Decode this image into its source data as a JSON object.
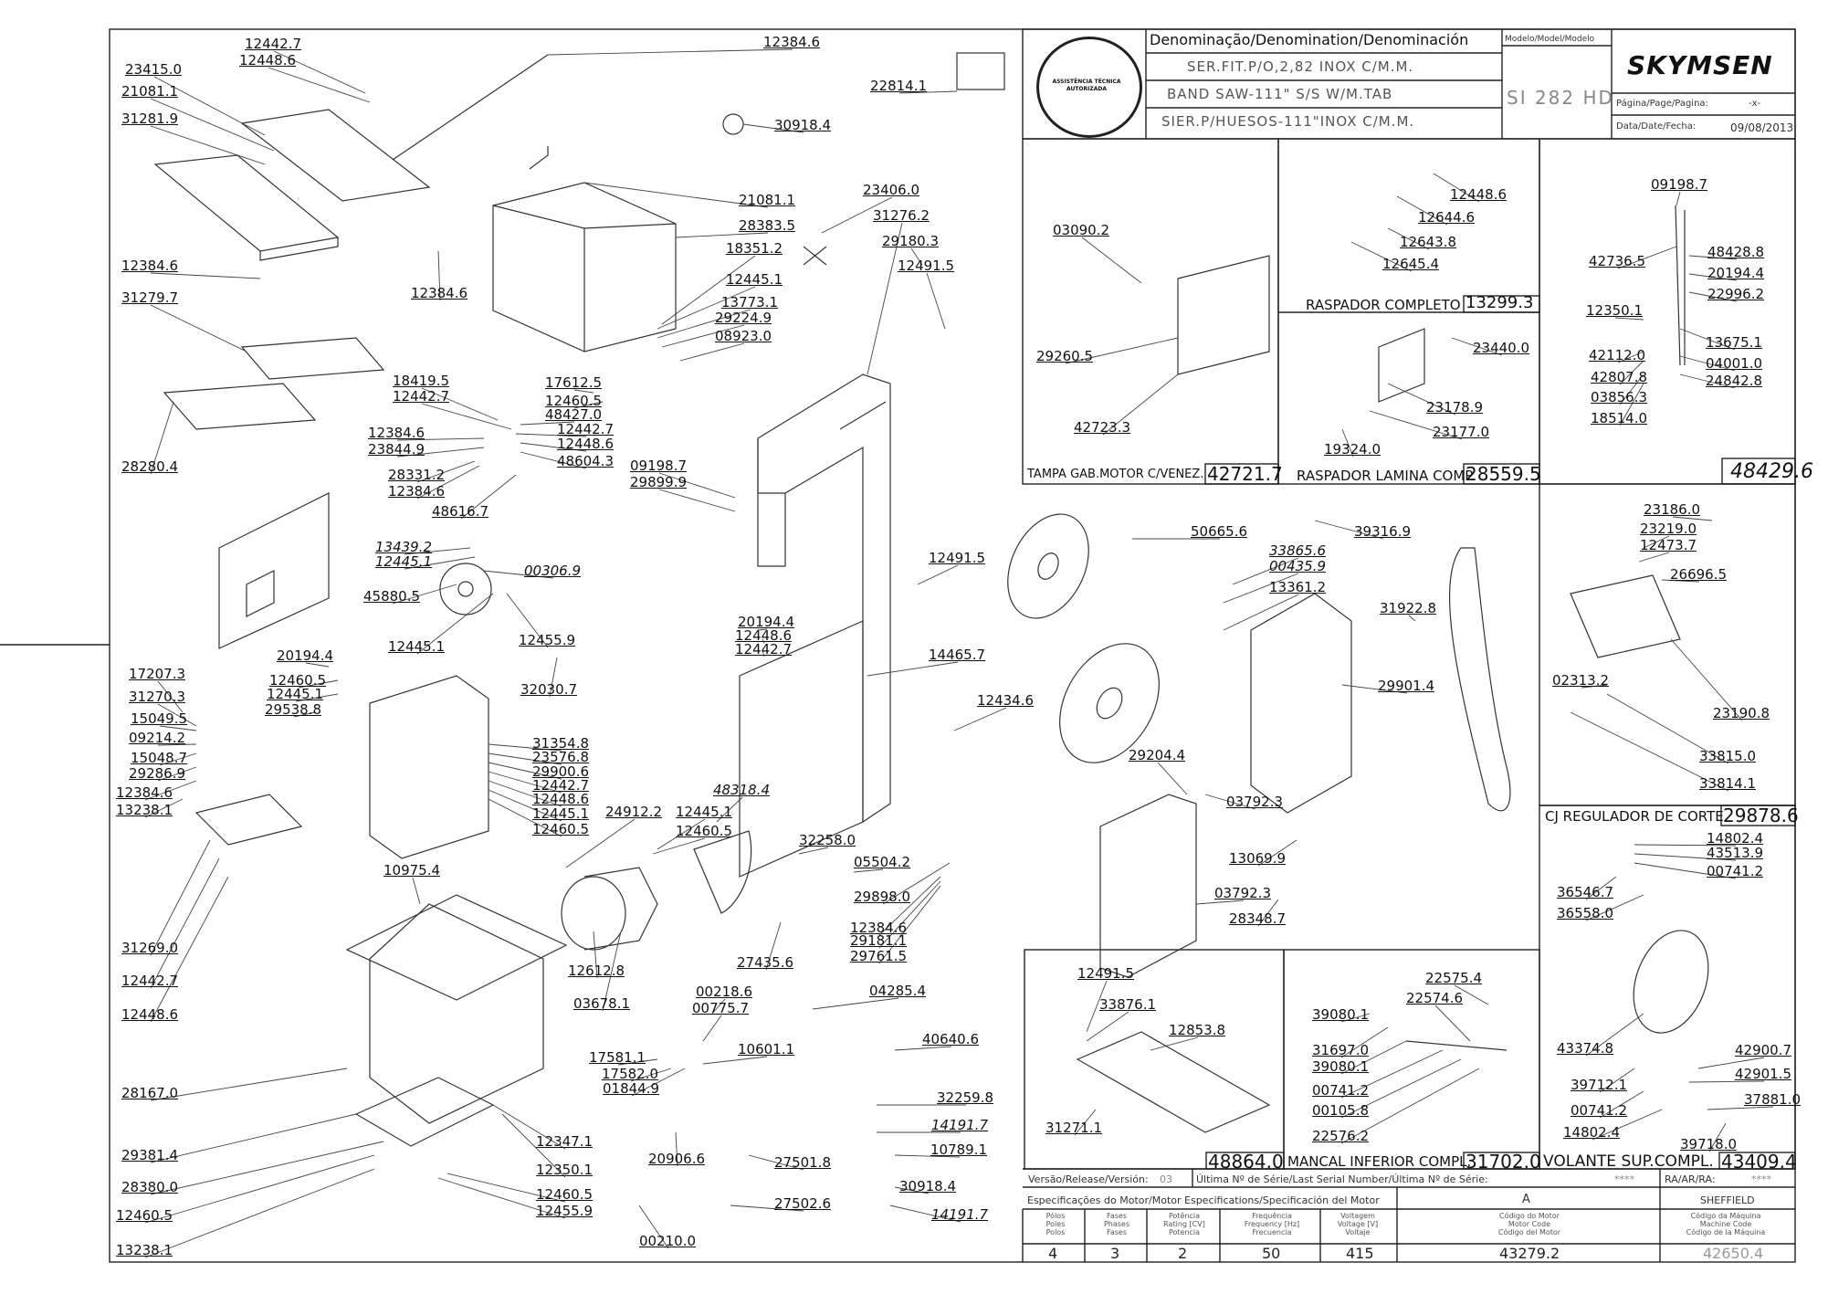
{
  "title_block": {
    "denomination_header": "Denominação/Denomination/Denominación",
    "model_header": "Modelo/Model/Modelo",
    "desc_pt": "SER.FIT.P/O,2,82 INOX C/M.M.",
    "desc_en": "BAND SAW-111\" S/S W/M.TAB",
    "desc_es": "SIER.P/HUESOS-111\"INOX C/M.M.",
    "model": "SI 282 HD",
    "brand": "SKYMSEN",
    "seal_text": "ASSISTÊNCIA TÉCNICA AUTORIZADA",
    "page_label": "Página/Page/Pagina:",
    "page_value": "-x-",
    "date_label": "Data/Date/Fecha:",
    "date_value": "09/08/2013"
  },
  "footer": {
    "version_label": "Versão/Release/Versión:",
    "version_value": "03",
    "serial_label": "Última Nº de Série/Last Serial Number/Última Nº de Série:",
    "serial_value": "****",
    "ra_label": "RA/AR/RA:",
    "ra_value": "****",
    "motor_spec_label": "Especificações do Motor/Motor Especifications/Specificación del Motor",
    "col_a": "A",
    "col_sheffield": "SHEFFIELD",
    "poles_h": [
      "Pólos",
      "Poles",
      "Polos"
    ],
    "phases_h": [
      "Fases",
      "Phases",
      "Fases"
    ],
    "power_h": [
      "Potência",
      "Rating [CV]",
      "Potencia"
    ],
    "freq_h": [
      "Frequência",
      "Frequency [Hz]",
      "Frecuencia"
    ],
    "volt_h": [
      "Voltagem",
      "Voltage [V]",
      "Voltaje"
    ],
    "motor_code_h": [
      "Código do Motor",
      "Motor Code",
      "Código del Motor"
    ],
    "machine_code_h": [
      "Código da Máquina",
      "Machine Code",
      "Código de la Máquina"
    ],
    "poles": "4",
    "phases": "3",
    "power": "2",
    "freq": "50",
    "volt": "415",
    "motor_code": "43279.2",
    "machine_code": "42650.4"
  },
  "kits": [
    {
      "name": "TAMPA GAB.MOTOR C/VENEZ.",
      "code": "42721.7"
    },
    {
      "name": "RASPADOR COMPLETO",
      "code": "13299.3"
    },
    {
      "name": "RASPADOR LAMINA COMP.",
      "code": "28559.5"
    },
    {
      "name": "",
      "code": "48429.6"
    },
    {
      "name": "CJ REGULADOR DE CORTE",
      "code": "29878.6"
    },
    {
      "name": "",
      "code": "48864.0"
    },
    {
      "name": "MANCAL INFERIOR COMPL.",
      "code": "31702.0"
    },
    {
      "name": "VOLANTE SUP.COMPL.",
      "code": "43409.4"
    }
  ],
  "main_labels": [
    "12442.7",
    "12448.6",
    "23415.0",
    "21081.1",
    "31281.9",
    "12384.6",
    "22814.1",
    "30918.4",
    "21081.1",
    "28383.5",
    "12384.6",
    "12384.6",
    "31279.7",
    "28280.4",
    "23406.0",
    "31276.2",
    "29180.3",
    "12491.5",
    "18351.2",
    "12445.1",
    "13773.1",
    "29224.9",
    "08923.0",
    "17612.5",
    "12460.5",
    "48427.0",
    "12442.7",
    "18419.5",
    "12442.7",
    "12384.6",
    "23844.9",
    "12448.6",
    "48604.3",
    "28331.2",
    "12384.6",
    "48616.7",
    "09198.7",
    "29899.9",
    "13439.2",
    "12445.1",
    "00306.9",
    "45880.5",
    "12445.1",
    "12455.9",
    "32030.7",
    "12491.5",
    "50665.6",
    "39316.9",
    "33865.6",
    "00435.9",
    "13361.2",
    "31922.8",
    "20194.4",
    "12448.6",
    "12442.7",
    "14465.7",
    "12434.6",
    "29901.4",
    "20194.4",
    "17207.3",
    "12460.5",
    "31270.3",
    "12445.1",
    "29538.8",
    "15049.5",
    "09214.2",
    "15048.7",
    "29286.9",
    "12384.6",
    "13238.1",
    "31354.8",
    "23576.8",
    "29900.6",
    "12442.7",
    "12448.6",
    "12445.1",
    "12460.5",
    "29204.4",
    "03792.3",
    "10975.4",
    "24912.2",
    "12445.1",
    "12460.5",
    "48318.4",
    "32258.0",
    "05504.2",
    "13069.9",
    "03792.3",
    "28348.7",
    "29898.0",
    "12384.6",
    "29181.1",
    "29761.5",
    "31269.0",
    "12442.7",
    "12448.6",
    "12612.8",
    "27435.6",
    "03678.1",
    "00218.6",
    "04285.4",
    "00775.7",
    "10601.1",
    "17581.1",
    "17582.0",
    "01844.9",
    "40640.6",
    "28167.0",
    "32259.8",
    "14191.7",
    "12347.1",
    "12350.1",
    "29381.4",
    "20906.6",
    "27501.8",
    "10789.1",
    "28380.0",
    "12460.5",
    "12455.9",
    "30918.4",
    "12460.5",
    "27502.6",
    "14191.7",
    "13238.1",
    "00210.0"
  ],
  "inset_labels": [
    "03090.2",
    "29260.5",
    "42723.3",
    "12448.6",
    "12644.6",
    "12643.8",
    "12645.4",
    "23440.0",
    "23178.9",
    "23177.0",
    "19324.0",
    "09198.7",
    "42736.5",
    "48428.8",
    "20194.4",
    "22996.2",
    "12350.1",
    "13675.1",
    "42112.0",
    "04001.0",
    "42807.8",
    "24842.8",
    "03856.3",
    "18514.0",
    "23186.0",
    "23219.0",
    "12473.7",
    "26696.5",
    "02313.2",
    "23190.8",
    "33815.0",
    "33814.1",
    "14802.4",
    "43513.9",
    "00741.2",
    "36546.7",
    "36558.0",
    "43374.8",
    "42900.7",
    "39712.1",
    "42901.5",
    "00741.2",
    "37881.0",
    "14802.4",
    "39718.0",
    "12491.5",
    "33876.1",
    "12853.8",
    "31271.1",
    "22575.4",
    "22574.6",
    "39080.1",
    "31697.0",
    "39080.1",
    "00741.2",
    "00105.8",
    "22576.2"
  ]
}
